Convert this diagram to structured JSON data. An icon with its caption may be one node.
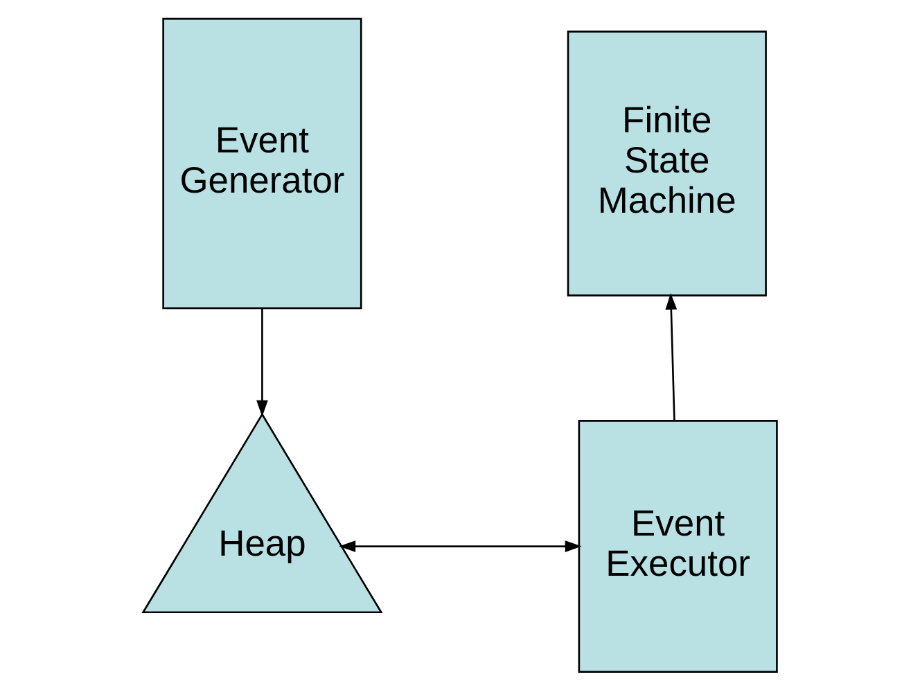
{
  "diagram": {
    "nodes": [
      {
        "text": [
          "Event Generator"
        ]
      },
      {
        "text": [
          "Heap"
        ]
      },
      {
        "text": [
          "Finite State Machine"
        ]
      },
      {
        "text": [
          "Event Executor"
        ]
      }
    ],
    "edges": [
      {
        "from": 0,
        "to": 1,
        "arrow": "to"
      },
      {
        "from": 1,
        "to": 3,
        "arrow": "both"
      },
      {
        "from": 3,
        "to": 2,
        "arrow": "to"
      }
    ]
  }
}
